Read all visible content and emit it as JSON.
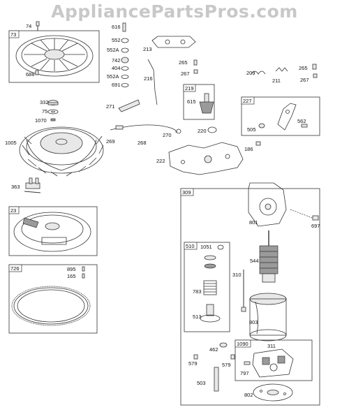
{
  "watermark": "AppliancePartsPros.com",
  "groups": {
    "g73": "73",
    "g23": "23",
    "g726": "726",
    "g219": "219",
    "g227": "227",
    "g309": "309",
    "g510": "510",
    "g1090": "1090"
  },
  "labels": {
    "l74": "74",
    "l688": "688",
    "l616": "616",
    "l552": "552",
    "l552A1": "552A",
    "l742": "742",
    "l404": "404",
    "l552A2": "552A",
    "l691": "691",
    "l213": "213",
    "l265a": "265",
    "l267a": "267",
    "l216": "216",
    "l209": "209",
    "l211": "211",
    "l265b": "265",
    "l267b": "267",
    "l615": "615",
    "l332": "332",
    "l75": "75",
    "l1070": "1070",
    "l271": "271",
    "l270": "270",
    "l220": "220",
    "l505": "505",
    "l562": "562",
    "l1005": "1005",
    "l269": "269",
    "l268": "268",
    "l186": "186",
    "l222": "222",
    "l363": "363",
    "l801": "801",
    "l697": "697",
    "l1051": "1051",
    "l544": "544",
    "l783": "783",
    "l310": "310",
    "l513": "513",
    "l803": "803",
    "l895": "895",
    "l165": "165",
    "l462": "462",
    "l311": "311",
    "l579a": "579",
    "l579b": "579",
    "l797": "797",
    "l503": "503",
    "l802": "802"
  }
}
